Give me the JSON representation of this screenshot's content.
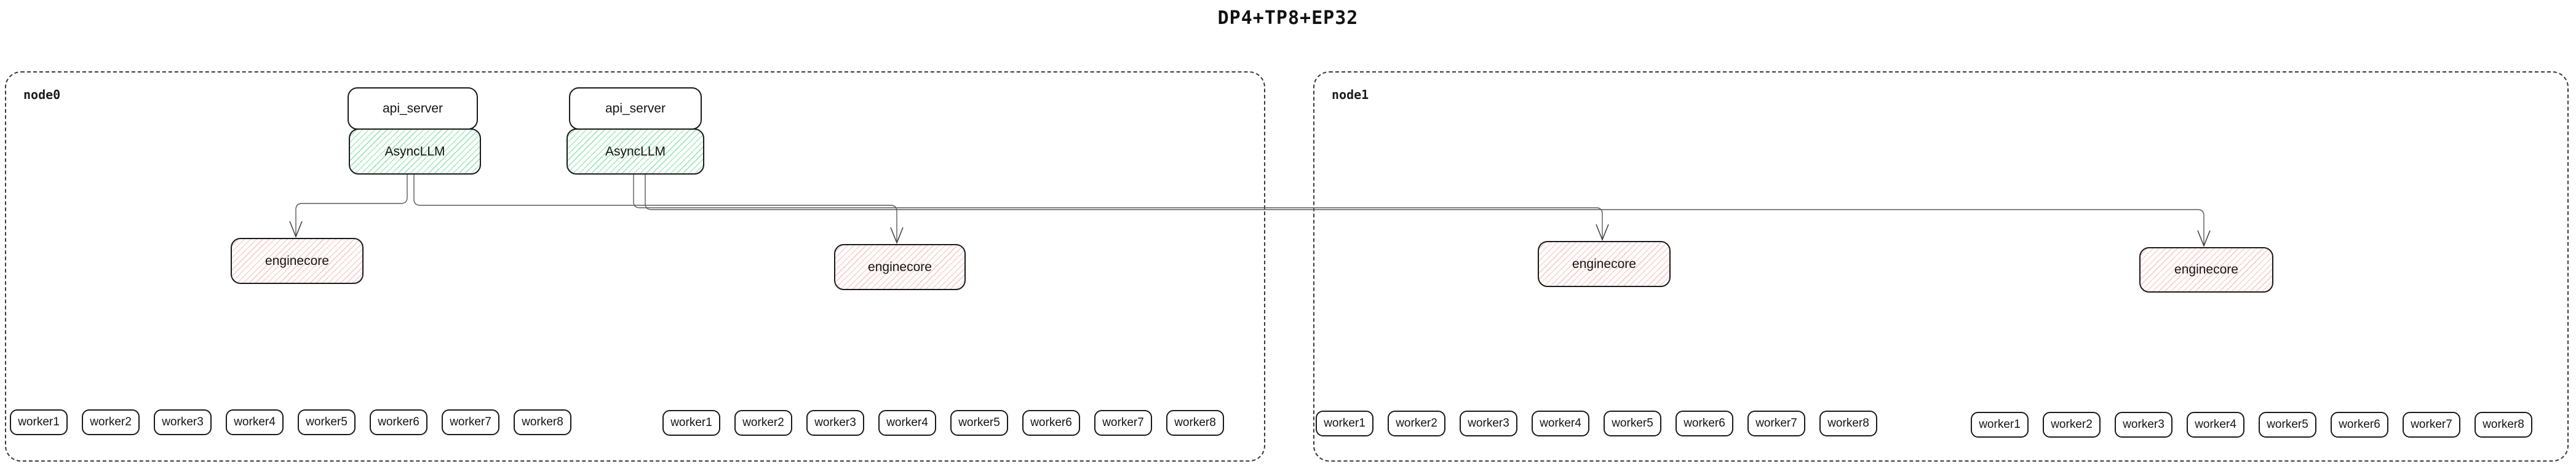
{
  "title": "DP4+TP8+EP32",
  "nodes": {
    "node0": {
      "label": "node0"
    },
    "node1": {
      "label": "node1"
    }
  },
  "boxes": {
    "api_server_1": {
      "label": "api_server"
    },
    "api_server_2": {
      "label": "api_server"
    },
    "asyncllm_1": {
      "label": "AsyncLLM"
    },
    "asyncllm_2": {
      "label": "AsyncLLM"
    },
    "enginecore_1": {
      "label": "enginecore"
    },
    "enginecore_2": {
      "label": "enginecore"
    },
    "enginecore_3": {
      "label": "enginecore"
    },
    "enginecore_4": {
      "label": "enginecore"
    }
  },
  "workers": {
    "group1": [
      "worker1",
      "worker2",
      "worker3",
      "worker4",
      "worker5",
      "worker6",
      "worker7",
      "worker8"
    ],
    "group2": [
      "worker1",
      "worker2",
      "worker3",
      "worker4",
      "worker5",
      "worker6",
      "worker7",
      "worker8"
    ],
    "group3": [
      "worker1",
      "worker2",
      "worker3",
      "worker4",
      "worker5",
      "worker6",
      "worker7",
      "worker8"
    ],
    "group4": [
      "worker1",
      "worker2",
      "worker3",
      "worker4",
      "worker5",
      "worker6",
      "worker7",
      "worker8"
    ]
  },
  "colors": {
    "background": "#ffffff",
    "box_border": "#1a1a1a",
    "node_border_dashed": "#3a3a3a",
    "asyncllm_hatch_green": "#69d69b",
    "enginecore_hatch_red": "#f2a5a5",
    "edge_line": "#5a5a5a",
    "arrowhead": "#3c3c3c",
    "text": "#141414"
  }
}
